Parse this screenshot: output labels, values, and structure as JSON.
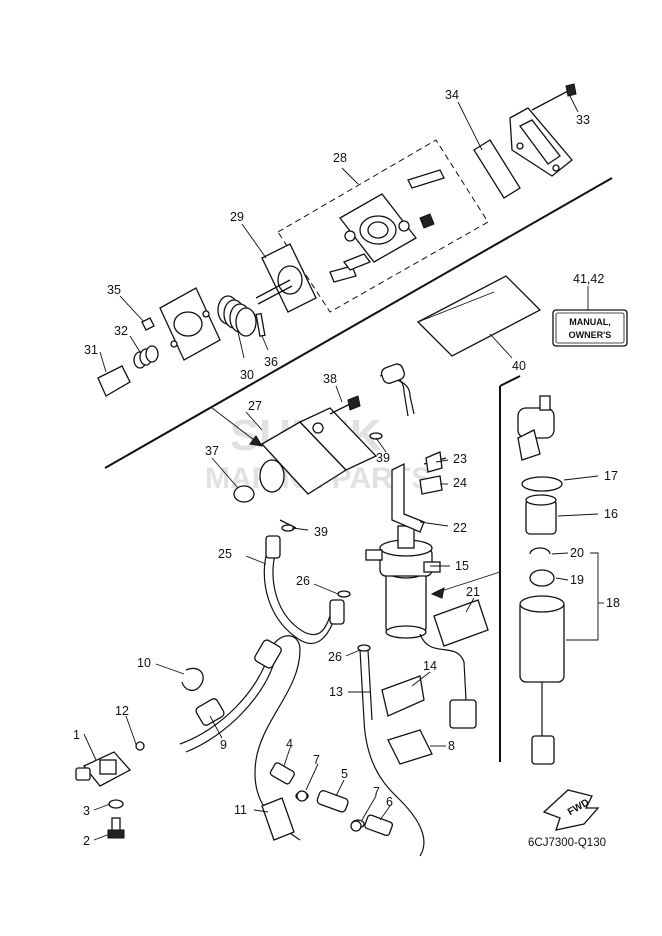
{
  "diagram_code": "6CJ7300-Q130",
  "watermark": {
    "line1": "SUZUK",
    "line2": "MARINE PARTS"
  },
  "manual_box": {
    "line1": "MANUAL,",
    "line2": "OWNER'S"
  },
  "fwd_label": "FWD",
  "callouts": [
    {
      "id": "1",
      "text": "1"
    },
    {
      "id": "2",
      "text": "2"
    },
    {
      "id": "3",
      "text": "3"
    },
    {
      "id": "4",
      "text": "4"
    },
    {
      "id": "5",
      "text": "5"
    },
    {
      "id": "6",
      "text": "6"
    },
    {
      "id": "7a",
      "text": "7"
    },
    {
      "id": "7b",
      "text": "7"
    },
    {
      "id": "8",
      "text": "8"
    },
    {
      "id": "9",
      "text": "9"
    },
    {
      "id": "10",
      "text": "10"
    },
    {
      "id": "11",
      "text": "11"
    },
    {
      "id": "12",
      "text": "12"
    },
    {
      "id": "13",
      "text": "13"
    },
    {
      "id": "14",
      "text": "14"
    },
    {
      "id": "15",
      "text": "15"
    },
    {
      "id": "16",
      "text": "16"
    },
    {
      "id": "17",
      "text": "17"
    },
    {
      "id": "18",
      "text": "18"
    },
    {
      "id": "19",
      "text": "19"
    },
    {
      "id": "20",
      "text": "20"
    },
    {
      "id": "21",
      "text": "21"
    },
    {
      "id": "22",
      "text": "22"
    },
    {
      "id": "23",
      "text": "23"
    },
    {
      "id": "24",
      "text": "24"
    },
    {
      "id": "25",
      "text": "25"
    },
    {
      "id": "26a",
      "text": "26"
    },
    {
      "id": "26b",
      "text": "26"
    },
    {
      "id": "27",
      "text": "27"
    },
    {
      "id": "28",
      "text": "28"
    },
    {
      "id": "29",
      "text": "29"
    },
    {
      "id": "30",
      "text": "30"
    },
    {
      "id": "31",
      "text": "31"
    },
    {
      "id": "32",
      "text": "32"
    },
    {
      "id": "33",
      "text": "33"
    },
    {
      "id": "34",
      "text": "34"
    },
    {
      "id": "35",
      "text": "35"
    },
    {
      "id": "36",
      "text": "36"
    },
    {
      "id": "37",
      "text": "37"
    },
    {
      "id": "38",
      "text": "38"
    },
    {
      "id": "39a",
      "text": "39"
    },
    {
      "id": "39b",
      "text": "39"
    },
    {
      "id": "40",
      "text": "40"
    },
    {
      "id": "4142",
      "text": "41,42"
    }
  ]
}
